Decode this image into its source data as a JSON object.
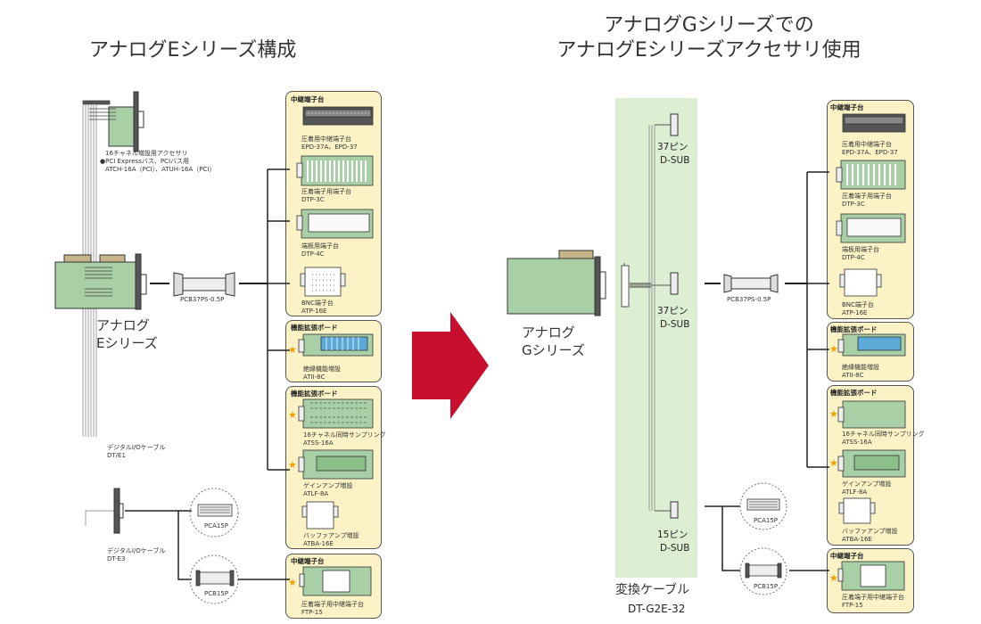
{
  "titles": {
    "left": "アナログEシリーズ構成",
    "right_line1": "アナログGシリーズでの",
    "right_line2": "アナログEシリーズアクセサリ使用"
  },
  "left": {
    "expansion_label_1": "16チャネル増設用アクセサリ",
    "expansion_label_2": "●PCI Expressバス、PCIバス用",
    "expansion_label_3": "ATCH-16A（PCI）、ATUH-16A（PCI）",
    "device_label_1": "アナログ",
    "device_label_2": "Eシリーズ",
    "cable": "PCB37PS-0.5P",
    "dio_cable_1_line1": "デジタルI/Oケーブル",
    "dio_cable_1_line2": "DT/E1",
    "dio_cable_2_line1": "デジタルI/Oケーブル",
    "dio_cable_2_line2": "DT-E3",
    "pca": "PCA15P",
    "pcb": "PCB15P"
  },
  "right": {
    "device_label_1": "アナログ",
    "device_label_2": "Gシリーズ",
    "conn1_line1": "37ピン",
    "conn1_line2": "D-SUB",
    "conn2_line1": "37ピン",
    "conn2_line2": "D-SUB",
    "conn3_line1": "15ピン",
    "conn3_line2": "D-SUB",
    "conv_line1": "変換ケーブル",
    "conv_line2": "DT-G2E-32",
    "cable": "PCB37PS-0.5P",
    "pca": "PCA15P",
    "pcb": "PCB15P"
  },
  "panels": {
    "relay": {
      "head": "中継端子台",
      "i1_line1": "圧着用中継端子台",
      "i1_line2": "EPD-37A、EPD-37",
      "i2_line1": "圧着端子用端子台",
      "i2_line2": "DTP-3C",
      "i3_line1": "端板用端子台",
      "i3_line2": "DTP-4C",
      "i4_line1": "BNC端子台",
      "i4_line2": "ATP-16E"
    },
    "ext1": {
      "head": "機能拡張ボード",
      "i1_line1": "絶縁機能増設",
      "i1_line2": "ATII-8C"
    },
    "ext2": {
      "head": "機能拡張ボード",
      "i1_line1": "16チャネル同時サンプリング",
      "i1_line2": "ATSS-16A",
      "i2_line1": "ゲインアンプ増設",
      "i2_line2": "ATLF-8A",
      "i3_line1": "バッファアンプ増設",
      "i3_line2": "ATBA-16E"
    },
    "relay2": {
      "head": "中継端子台",
      "i1_line1": "圧着端子用中継端子台",
      "i1_line2": "FTP-15"
    }
  },
  "colors": {
    "board": "#a9cfa6",
    "connector": "#c7b48a",
    "panel": "#fbf3c6",
    "arrow": "#c8102e",
    "conv_bg": "#dcefd3",
    "star": "#f0a000"
  }
}
